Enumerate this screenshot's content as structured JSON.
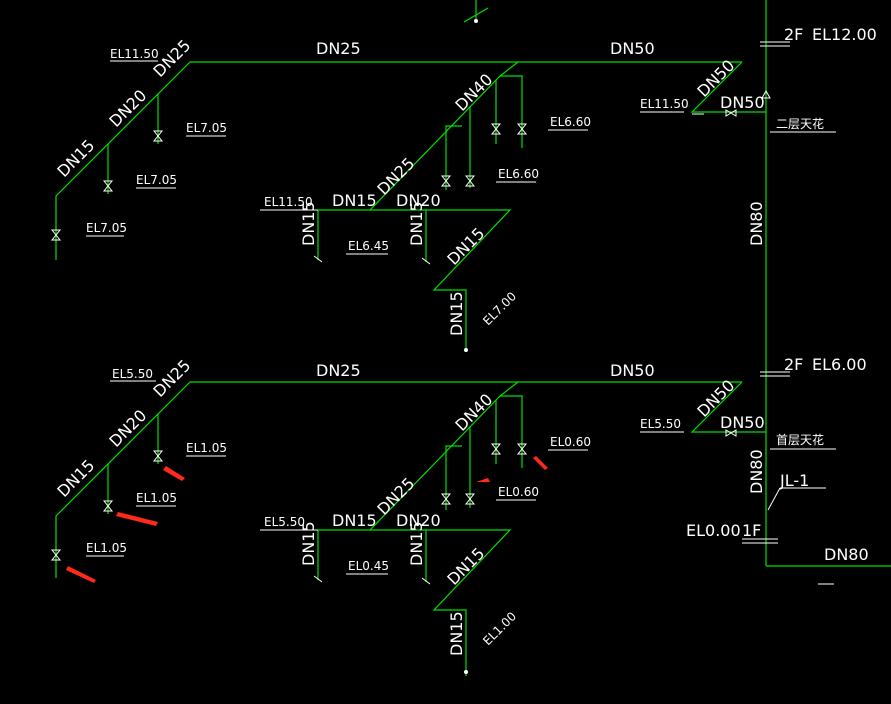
{
  "colors": {
    "background": "#000000",
    "pipe": "#00e000",
    "text": "#ffffff",
    "arrow": "#ff2a1a"
  },
  "labels": {
    "dn15": "DN15",
    "dn20": "DN20",
    "dn25": "DN25",
    "dn40": "DN40",
    "dn50": "DN50",
    "dn80": "DN80",
    "el1150": "EL11.50",
    "el705": "EL7.05",
    "el660": "EL6.60",
    "el645": "EL6.45",
    "el700": "EL7.00",
    "el550": "EL5.50",
    "el105": "EL1.05",
    "el060": "EL0.60",
    "el045": "EL0.45",
    "el100": "EL1.00",
    "f2": "2F",
    "el1200": "EL12.00",
    "el600": "EL6.00",
    "f1": "1F",
    "el000": "EL0.00",
    "ceiling2": "二层天花",
    "ceiling1": "首层天花",
    "riser": "JL-1"
  }
}
